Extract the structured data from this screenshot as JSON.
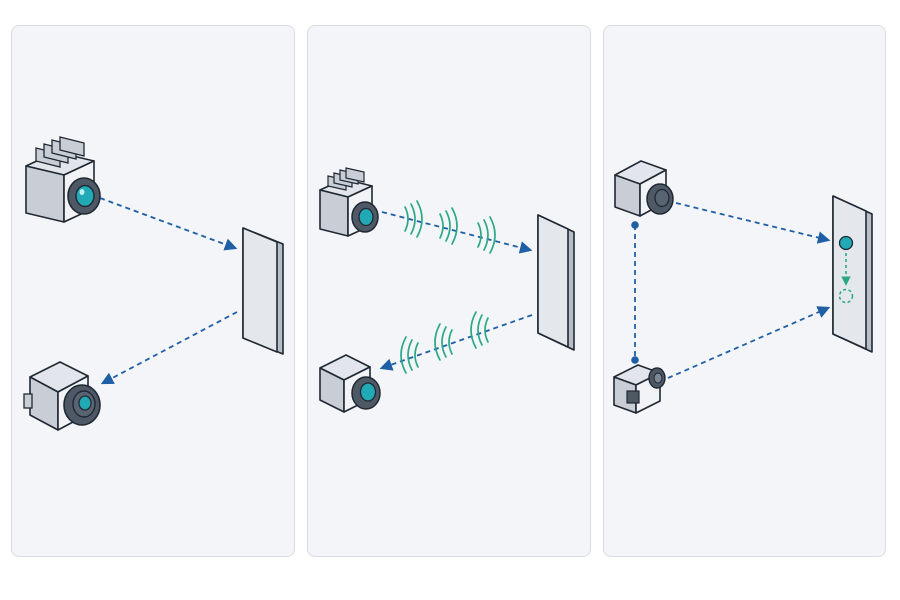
{
  "colors": {
    "background": "#ffffff",
    "panel": "#f3f5f8",
    "panel_border": "#d9dde3",
    "outline": "#1f2833",
    "camera_face": "#f1f3f6",
    "camera_side": "#c9ced6",
    "camera_top": "#e2e6ec",
    "lens_body": "#4f5966",
    "lens_glass": "#21a9b5",
    "arrow_blue": "#1f5fa5",
    "signal_green": "#2aa886",
    "target_face": "#e4e7ec",
    "target_side": "#b8bec8"
  },
  "panels": [
    {
      "id": "direct-reflection",
      "elements": [
        "camera-emitter-icon",
        "camera-receiver-icon",
        "reflector-panel",
        "outgoing-dashed-arrow",
        "return-dashed-arrow"
      ]
    },
    {
      "id": "wave-reflection",
      "elements": [
        "camera-emitter-icon",
        "camera-receiver-icon",
        "reflector-panel",
        "outgoing-wave-signal",
        "return-wave-signal"
      ]
    },
    {
      "id": "triangulation",
      "elements": [
        "camera-top-icon",
        "camera-bottom-icon",
        "baseline-connector",
        "target-panel",
        "projected-spot",
        "displaced-spot"
      ]
    }
  ]
}
